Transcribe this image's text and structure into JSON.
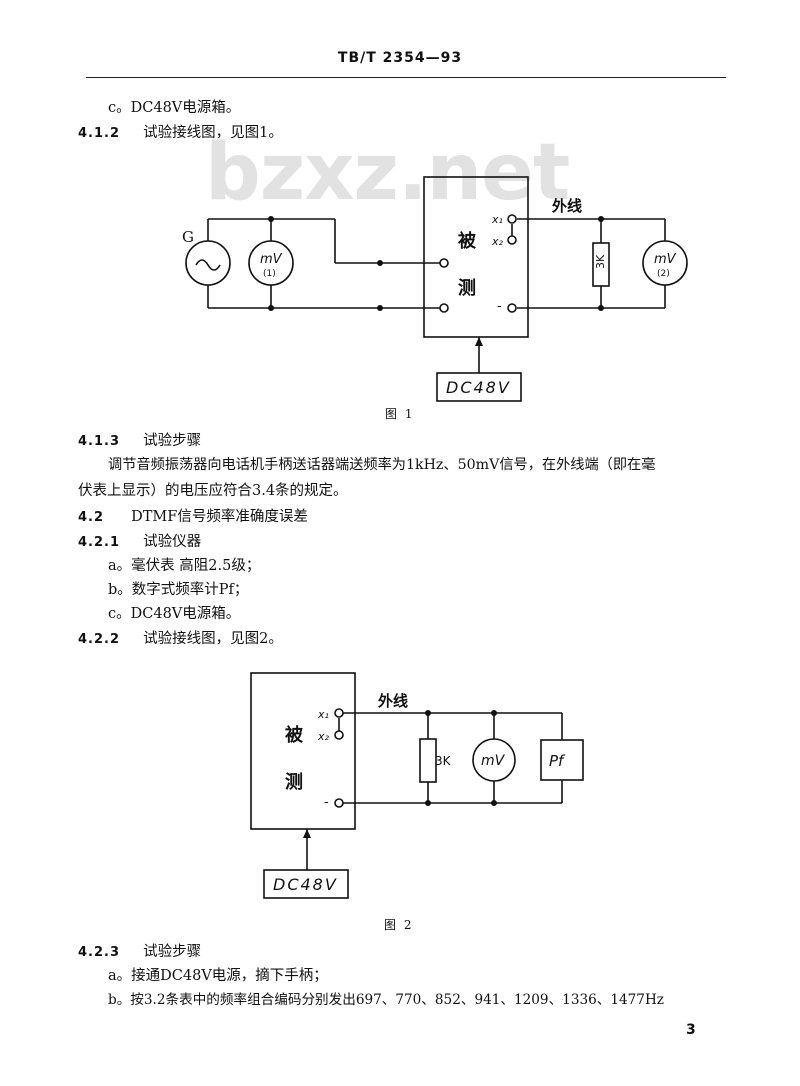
{
  "header": {
    "code": "TB/T 2354—93"
  },
  "watermark": "bzxz.net",
  "lines": {
    "l1": "c。DC48V电源箱。",
    "l2_num": "4.1.2",
    "l2_txt": "试验接线图，见图1。",
    "l3_num": "4.1.3",
    "l3_txt": "试验步骤",
    "l4": "调节音频振荡器向电话机手柄送话器端送频率为1kHz、50mV信号，在外线端（即在毫",
    "l5": "伏表上显示）的电压应符合3.4条的规定。",
    "l6_num": "4.2",
    "l6_txt": "DTMF信号频率准确度误差",
    "l7_num": "4.2.1",
    "l7_txt": "试验仪器",
    "l8": "a。毫伏表  高阻2.5级；",
    "l9": "b。数字式频率计Pf；",
    "l10": "c。DC48V电源箱。",
    "l11_num": "4.2.2",
    "l11_txt": "试验接线图，见图2。",
    "l12_num": "4.2.3",
    "l12_txt": "试验步骤",
    "l13": "a。接通DC48V电源，摘下手柄；",
    "l14": "b。按3.2条表中的频率组合编码分别发出697、770、852、941、1209、1336、1477Hz"
  },
  "fig1": {
    "caption": "图  1",
    "generator": "G",
    "meter1": "mV",
    "meter1_sub": "(1)",
    "dut": [
      "被",
      "测"
    ],
    "x1": "x₁",
    "x2": "x₂",
    "minus": "-",
    "line_label": "外线",
    "resistor": "3K",
    "meter2": "mV",
    "meter2_sub": "(2)",
    "power": "DC48V"
  },
  "fig2": {
    "caption": "图  2",
    "dut": [
      "被",
      "测"
    ],
    "x1": "x₁",
    "x2": "x₂",
    "minus": "-",
    "line_label": "外线",
    "resistor": "3K",
    "meter": "mV",
    "counter": "Pf",
    "power": "DC48V"
  },
  "page_number": "3"
}
